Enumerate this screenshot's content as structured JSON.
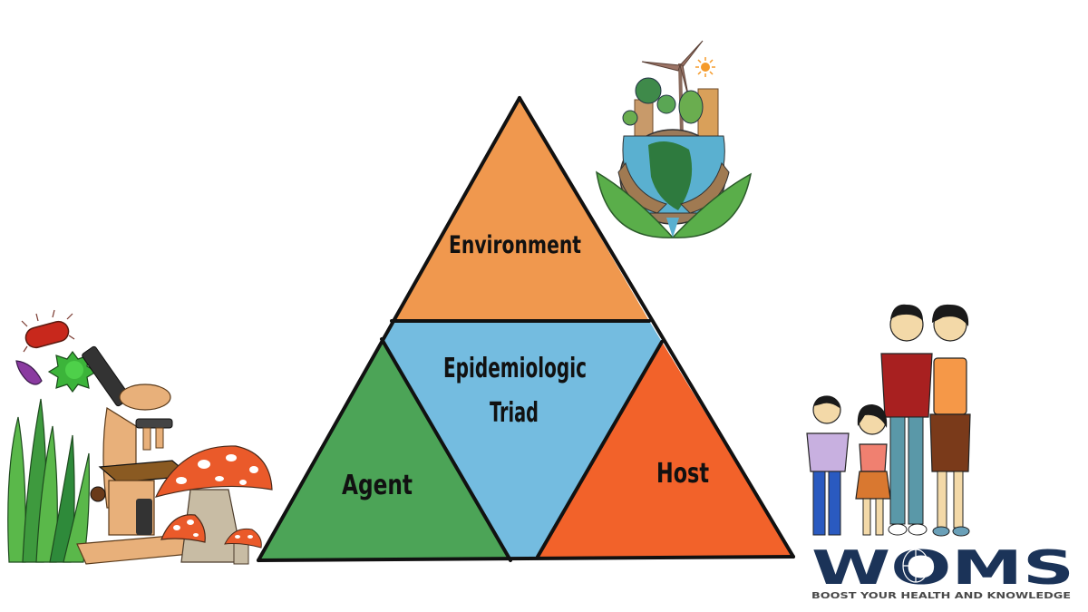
{
  "diagram": {
    "title": "Epidemiologic Triad",
    "center_label_line1": "Epidemiologic",
    "center_label_line2": "Triad",
    "segments": [
      {
        "id": "environment",
        "label": "Environment",
        "color": "#F0984E",
        "position": "top"
      },
      {
        "id": "agent",
        "label": "Agent",
        "color": "#4CA457",
        "position": "bottom-left"
      },
      {
        "id": "host",
        "label": "Host",
        "color": "#F2622A",
        "position": "bottom-right"
      },
      {
        "id": "center",
        "label": "Epidemiologic Triad",
        "color": "#74BCE0",
        "position": "center"
      }
    ],
    "outline_color": "#111111"
  },
  "illustrations": {
    "environment_icon": "earth-held-by-hands-with-wind-turbine-and-trees",
    "agent_icon": "microscope-with-microbes-mushrooms-and-plants",
    "host_icon": "family-of-four-people"
  },
  "logo": {
    "brand": "WOMS",
    "tagline": "BOOST YOUR HEALTH AND KNOWLEDGE",
    "color": "#1B3358"
  }
}
